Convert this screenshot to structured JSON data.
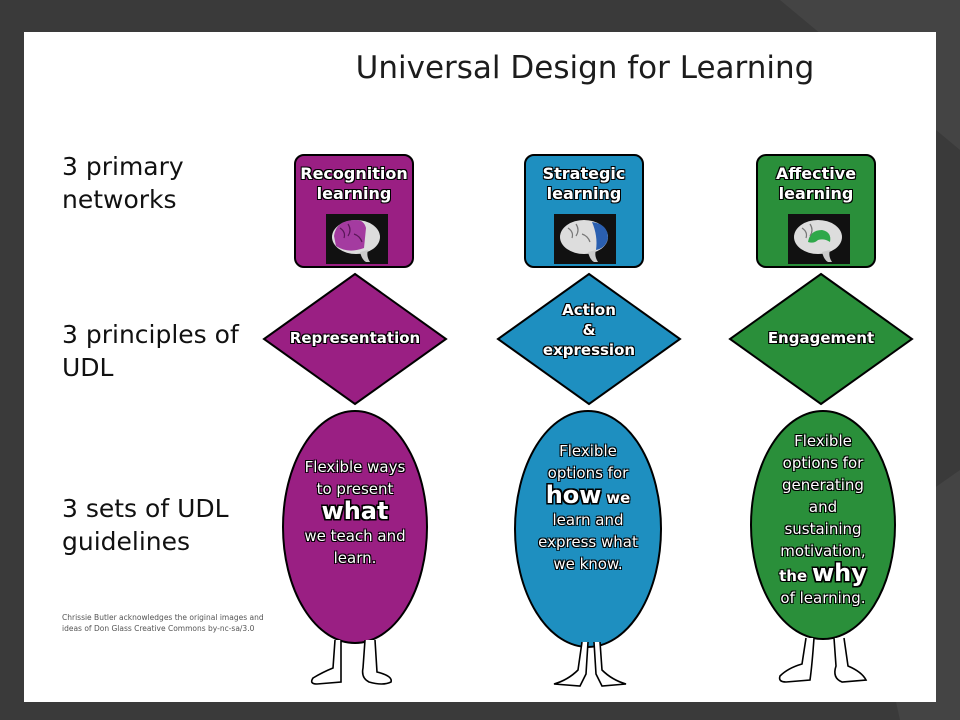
{
  "title": "Universal Design for Learning",
  "row_labels": {
    "networks": "3 primary networks",
    "principles": "3 principles of UDL",
    "guidelines": "3 sets of UDL guidelines"
  },
  "credit": "Chrissie Butler acknowledges the original images and ideas of Don Glass Creative Commons by-nc-sa/3.0",
  "colors": {
    "recognition": "#9a1f83",
    "strategic": "#1e8fc0",
    "affective": "#2a8f3a"
  },
  "columns": [
    {
      "network_line1": "Recognition",
      "network_line2": "learning",
      "principle": "Representation",
      "guideline_pre": "Flexible ways to present",
      "guideline_emph": "what",
      "guideline_post": "we teach and learn."
    },
    {
      "network_line1": "Strategic",
      "network_line2": "learning",
      "principle_line1": "Action",
      "principle_line2": "&",
      "principle_line3": "expression",
      "guideline_pre": "Flexible options for",
      "guideline_emph": "how",
      "guideline_emph_tail": "we",
      "guideline_post": "learn and express what we know."
    },
    {
      "network_line1": "Affective",
      "network_line2": "learning",
      "principle": "Engagement",
      "guideline_pre": "Flexible options for generating and sustaining motivation,",
      "guideline_emph_head": "the",
      "guideline_emph": "why",
      "guideline_post": "of learning."
    }
  ]
}
